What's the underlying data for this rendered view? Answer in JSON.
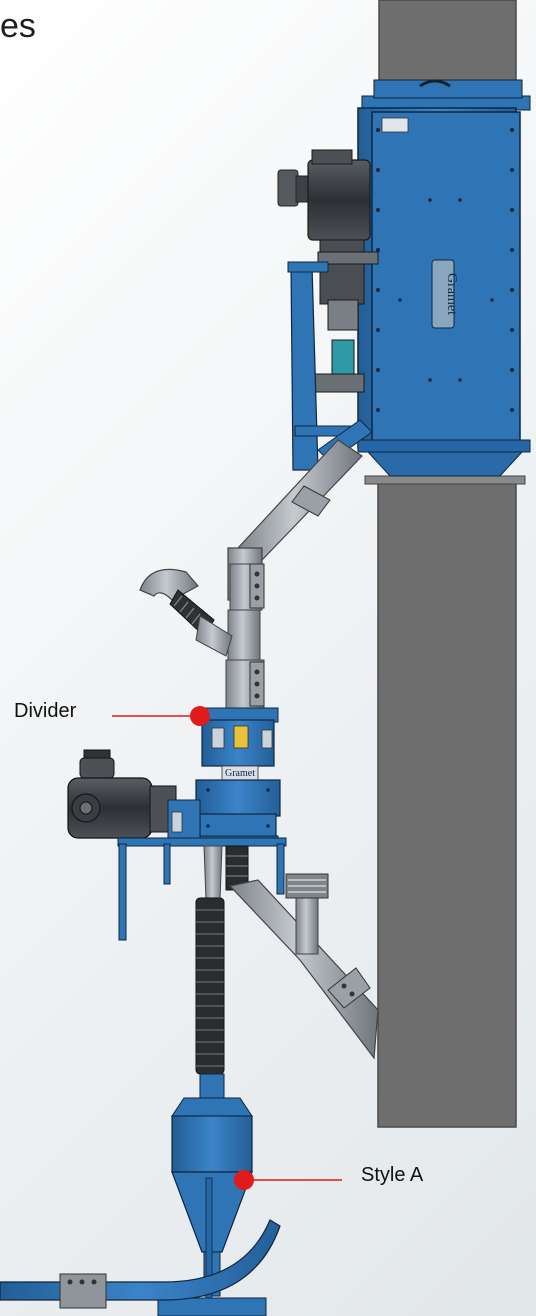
{
  "header": {
    "title_fragment": "es"
  },
  "callouts": {
    "divider": {
      "label": "Divider"
    },
    "style_a": {
      "label": "Style A"
    }
  },
  "equipment": {
    "brand_vertical": "Gramet",
    "brand_divider": "Gramet"
  },
  "colors": {
    "equipment_blue": "#2f74b5",
    "equipment_blue_dark": "#1d4f80",
    "duct_gray": "#6e6e6e",
    "pipe_gray": "#a2a8ad",
    "callout_red": "#e01b1b",
    "background": "#eef1f3"
  }
}
